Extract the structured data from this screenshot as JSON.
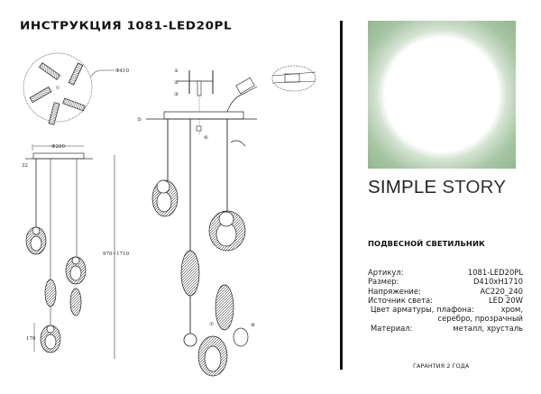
{
  "header": {
    "title": "ИНСТРУКЦИЯ 1081-LED20PL"
  },
  "drawing": {
    "top_view_diameter": "Φ410",
    "canopy_diameter": "Φ200",
    "canopy_height": "32",
    "height_range": "970~1710",
    "pendant_height": "170",
    "step_labels": [
      "①",
      "②",
      "③",
      "④",
      "⑤",
      "⑥",
      "⑦",
      "⑧"
    ]
  },
  "brand": {
    "part1": "SIMPLE",
    "part2": "STORY",
    "accent_color": "#9ebd9b"
  },
  "product": {
    "type": "ПОДВЕСНОЙ СВЕТИЛЬНИК"
  },
  "specs": [
    {
      "label": "Артикул:",
      "value": "1081-LED20PL"
    },
    {
      "label": "Размер:",
      "value": "D410xH1710"
    },
    {
      "label": "Напряжение:",
      "value": "AC220_240"
    },
    {
      "label": "Источник света:",
      "value": "LED 20W"
    },
    {
      "label": "Цвет арматуры, плафона:",
      "value": "хром,"
    },
    {
      "label": "",
      "value": "серебро, прозрачный"
    },
    {
      "label": "Материал:",
      "value": "металл, хрусталь"
    }
  ],
  "footer": {
    "warranty": "ГАРАНТИЯ 2 ГОДА"
  }
}
